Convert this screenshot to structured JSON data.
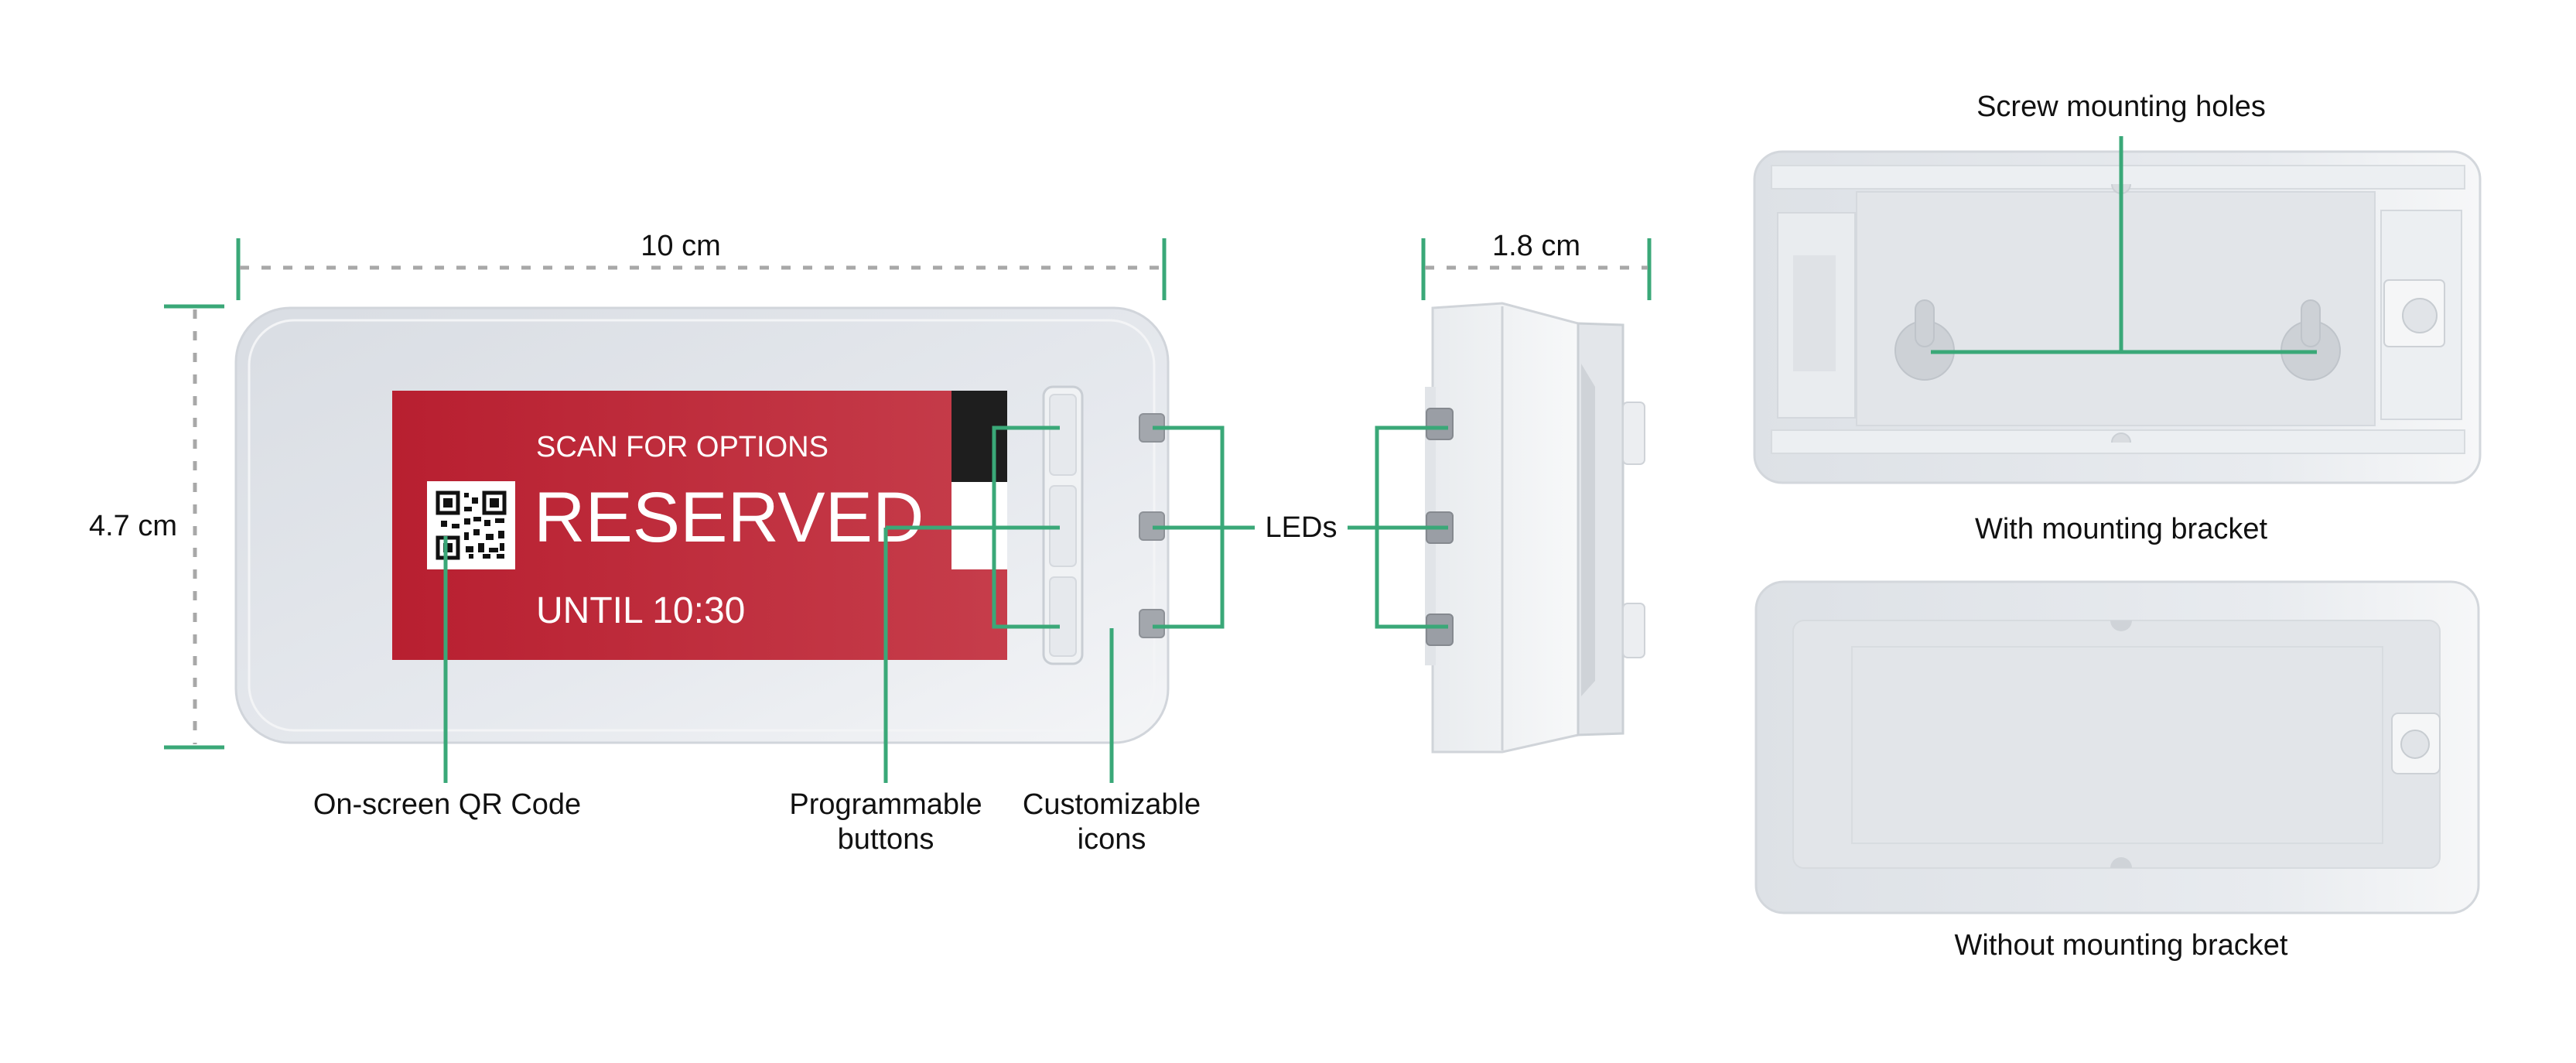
{
  "screen": {
    "line1": "SCAN FOR OPTIONS",
    "line2": "RESERVED",
    "line3": "UNTIL 10:30",
    "background_color": "#c12a38"
  },
  "dimensions": {
    "width": "10 cm",
    "height": "4.7 cm",
    "depth": "1.8 cm"
  },
  "callouts": {
    "qr_code": "On-screen QR Code",
    "buttons_line1": "Programmable",
    "buttons_line2": "buttons",
    "icons_line1": "Customizable",
    "icons_line2": "icons",
    "leds": "LEDs",
    "screw_holes": "Screw mounting holes",
    "with_bracket": "With mounting bracket",
    "without_bracket": "Without mounting bracket"
  },
  "colors": {
    "callout_line": "#3aa878",
    "dimension_line": "#a8a8a8",
    "device_body": "#e3e7ec"
  }
}
